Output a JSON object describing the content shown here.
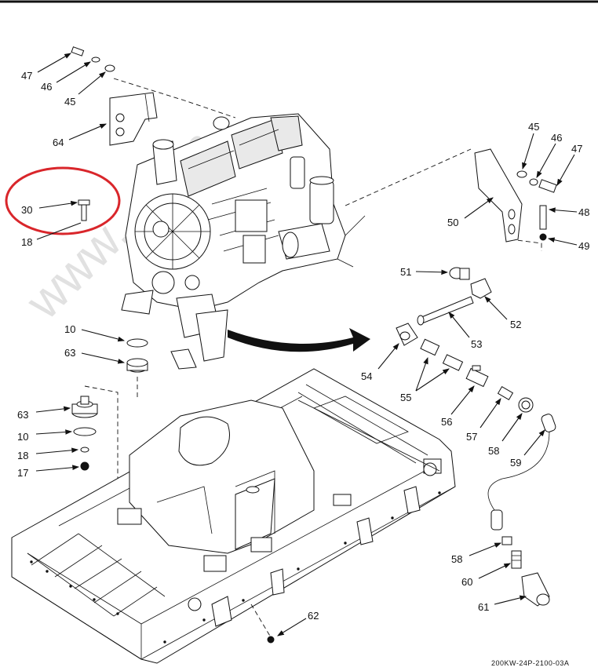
{
  "drawing_code": "200KW-24P-2100-03A",
  "watermark": "www.      .com",
  "highlight_color": "#d9262b",
  "callouts": [
    {
      "id": "c47a",
      "label": "47"
    },
    {
      "id": "c46a",
      "label": "46"
    },
    {
      "id": "c45a",
      "label": "45"
    },
    {
      "id": "c64",
      "label": "64"
    },
    {
      "id": "c30",
      "label": "30"
    },
    {
      "id": "c18a",
      "label": "18"
    },
    {
      "id": "c10a",
      "label": "10"
    },
    {
      "id": "c63a",
      "label": "63"
    },
    {
      "id": "c63b",
      "label": "63"
    },
    {
      "id": "c10b",
      "label": "10"
    },
    {
      "id": "c18b",
      "label": "18"
    },
    {
      "id": "c17",
      "label": "17"
    },
    {
      "id": "c45b",
      "label": "45"
    },
    {
      "id": "c46b",
      "label": "46"
    },
    {
      "id": "c47b",
      "label": "47"
    },
    {
      "id": "c48",
      "label": "48"
    },
    {
      "id": "c50",
      "label": "50"
    },
    {
      "id": "c49",
      "label": "49"
    },
    {
      "id": "c51",
      "label": "51"
    },
    {
      "id": "c52",
      "label": "52"
    },
    {
      "id": "c53",
      "label": "53"
    },
    {
      "id": "c54",
      "label": "54"
    },
    {
      "id": "c55",
      "label": "55"
    },
    {
      "id": "c56",
      "label": "56"
    },
    {
      "id": "c57",
      "label": "57"
    },
    {
      "id": "c58a",
      "label": "58"
    },
    {
      "id": "c59",
      "label": "59"
    },
    {
      "id": "c58b",
      "label": "58"
    },
    {
      "id": "c60",
      "label": "60"
    },
    {
      "id": "c61",
      "label": "61"
    },
    {
      "id": "c62",
      "label": "62"
    }
  ]
}
